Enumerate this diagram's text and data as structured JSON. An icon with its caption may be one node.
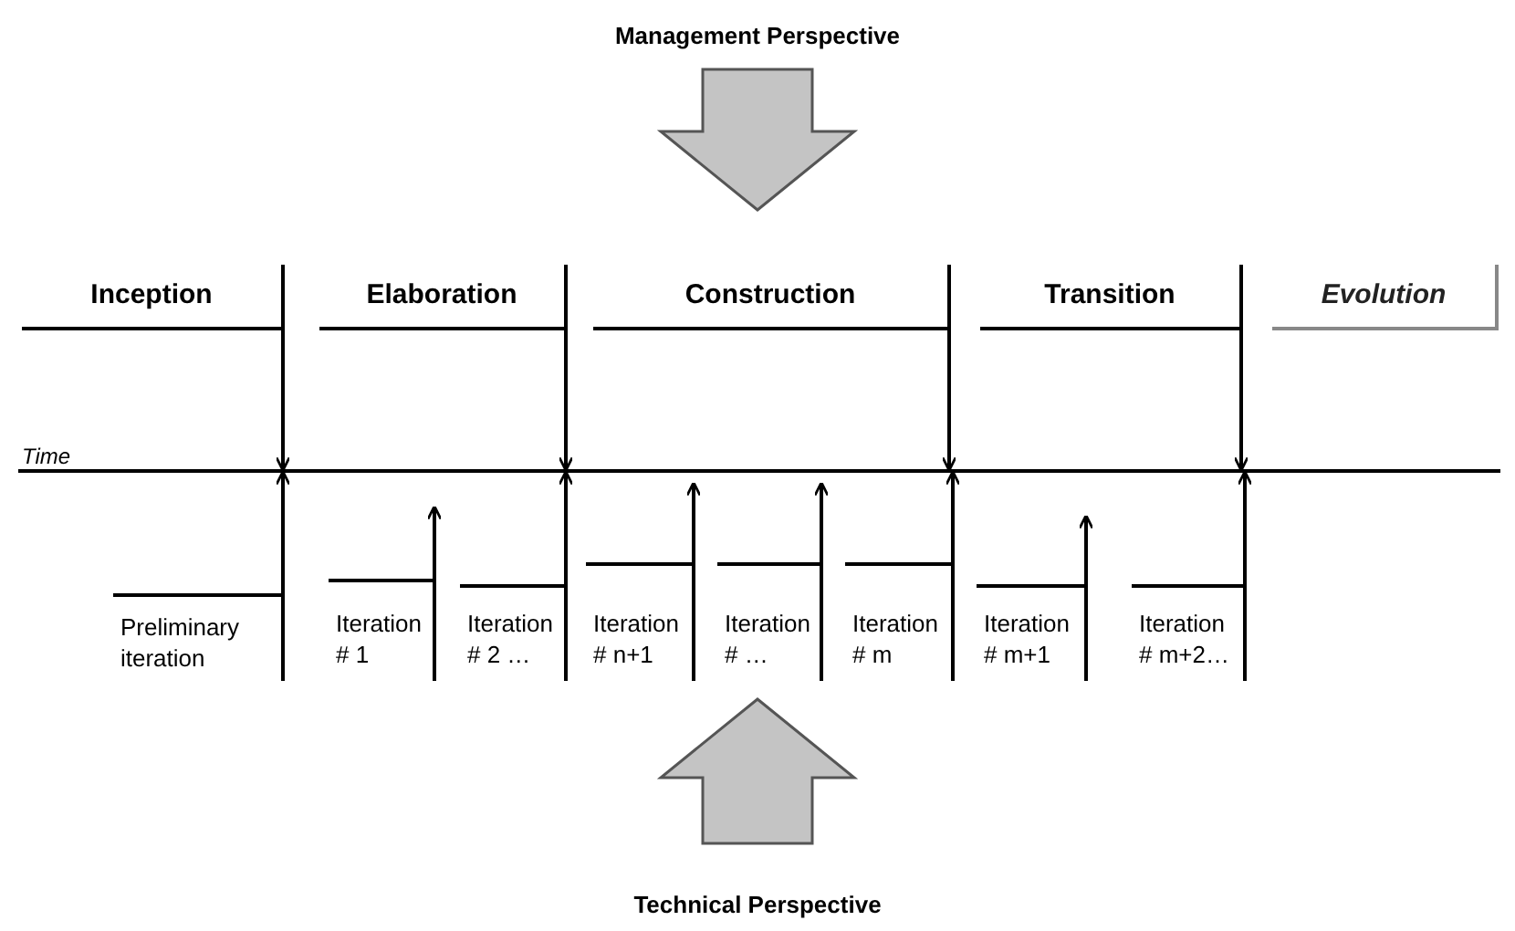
{
  "diagram": {
    "nodes": [
      {
        "text": [
          "Inception"
        ]
      },
      {
        "text": [
          "Elaboration"
        ]
      },
      {
        "text": [
          "Construction"
        ]
      },
      {
        "text": [
          "Transition"
        ]
      },
      {
        "text": [
          "Evolution"
        ]
      },
      {
        "text": [],
        "shape": "line",
        "beside": [
          "Time"
        ]
      },
      {
        "text": [
          "Preliminary iteration"
        ]
      },
      {
        "text": [
          "Iteration # 1"
        ]
      },
      {
        "text": [
          "Iteration # 2 …"
        ]
      },
      {
        "text": [
          "Iteration # n+1"
        ]
      },
      {
        "text": [
          "Iteration # …"
        ]
      },
      {
        "text": [
          "Iteration # m"
        ]
      },
      {
        "text": [
          "Iteration # m+1"
        ]
      },
      {
        "text": [
          "Iteration # m+2…"
        ]
      }
    ],
    "edges": [
      {
        "from": 0,
        "to": 5,
        "arrow": "to"
      },
      {
        "from": 1,
        "to": 5,
        "arrow": "to"
      },
      {
        "from": 2,
        "to": 5,
        "arrow": "to"
      },
      {
        "from": 3,
        "to": 5,
        "arrow": "to"
      },
      {
        "from": 6,
        "to": 5,
        "arrow": "to"
      },
      {
        "from": 7,
        "to": 5,
        "arrow": "to"
      },
      {
        "from": 8,
        "to": 5,
        "arrow": "to"
      },
      {
        "from": 9,
        "to": 5,
        "arrow": "to"
      },
      {
        "from": 10,
        "to": 5,
        "arrow": "to"
      },
      {
        "from": 11,
        "to": 5,
        "arrow": "to"
      },
      {
        "from": 12,
        "to": 5,
        "arrow": "to"
      },
      {
        "from": 13,
        "to": 5,
        "arrow": "to"
      }
    ],
    "labels": [
      "Management Perspective",
      "Technical Perspective"
    ]
  }
}
